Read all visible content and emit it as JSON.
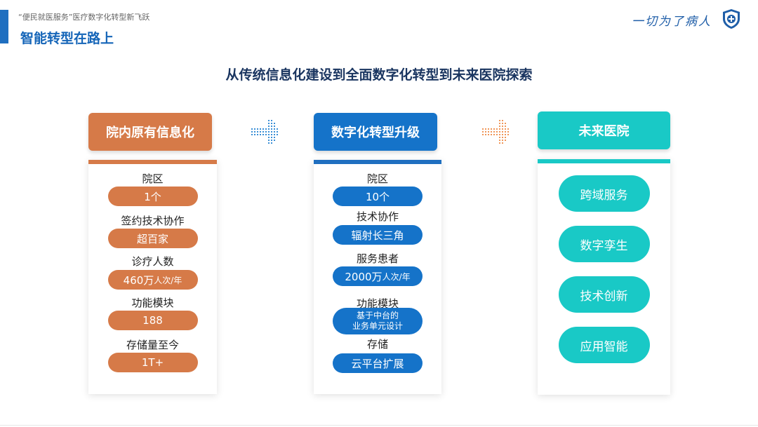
{
  "header": {
    "supertitle": "“便民就医服务”医疗数字化转型新飞跃",
    "section_title": "智能转型在路上",
    "slogan": "一切为了病人"
  },
  "main_title": "从传统信息化建设到全面数字化转型到未来医院探索",
  "colors": {
    "orange": "#d67a48",
    "blue": "#1573c9",
    "teal": "#19c9c6",
    "title_blue": "#1565b8"
  },
  "column1": {
    "heading": "院内原有信息化",
    "items": [
      {
        "label": "院区",
        "value": "1个"
      },
      {
        "label": "签约技术协作",
        "value": "超百家"
      },
      {
        "label": "诊疗人数",
        "value": "460万",
        "unit": "人次/年"
      },
      {
        "label": "功能模块",
        "value": "188"
      },
      {
        "label": "存储量至今",
        "value": "1T+"
      }
    ]
  },
  "column2": {
    "heading": "数字化转型升级",
    "items": [
      {
        "label": "院区",
        "value": "10个"
      },
      {
        "label": "技术协作",
        "value": "辐射长三角"
      },
      {
        "label": "服务患者",
        "value": "2000万",
        "unit": "人次/年"
      },
      {
        "label": "功能模块",
        "value_line1": "基于中台的",
        "value_line2": "业务单元设计"
      },
      {
        "label": "存储",
        "value": "云平台扩展"
      }
    ]
  },
  "column3": {
    "heading": "未来医院",
    "items": [
      "跨域服务",
      "数字孪生",
      "技术创新",
      "应用智能"
    ]
  }
}
